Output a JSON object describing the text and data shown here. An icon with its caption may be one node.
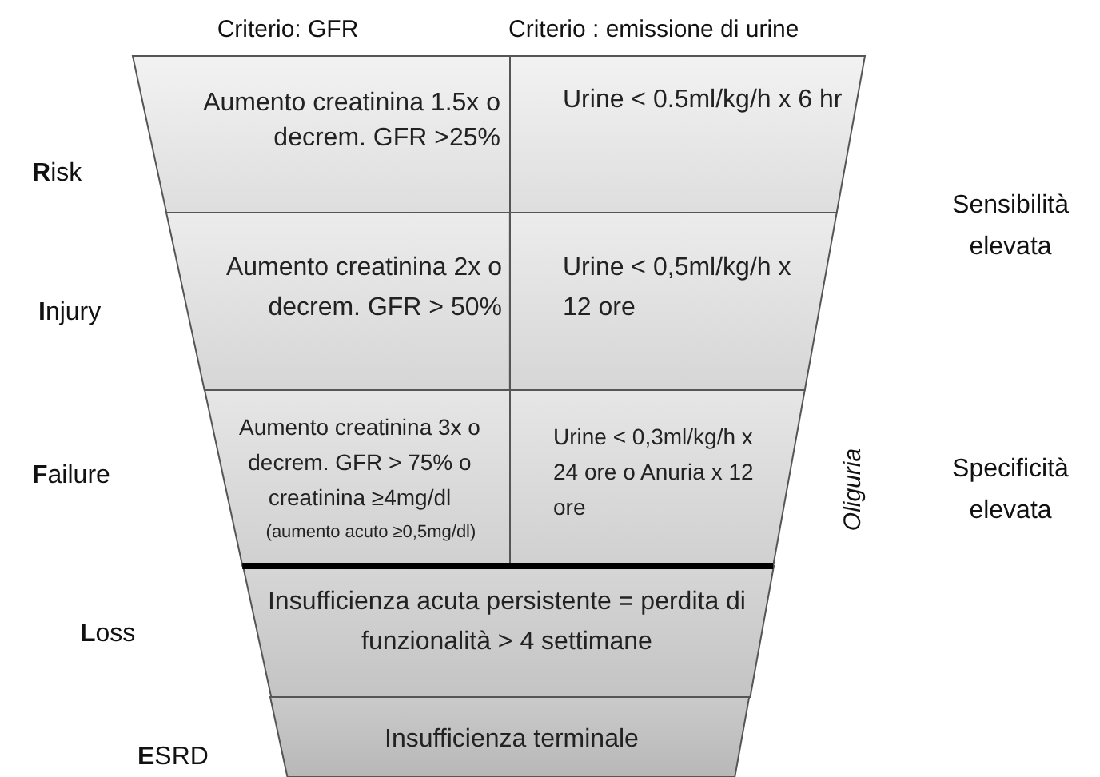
{
  "diagram": {
    "nodes": [
      {
        "text": [
          "Aumento creatinina 1.5x o decrem. GFR >25%"
        ]
      },
      {
        "text": [
          "Urine < 0.5ml/kg/h x 6 hr"
        ]
      },
      {
        "text": [
          "Aumento creatinina 2x o decrem. GFR > 50%"
        ]
      },
      {
        "text": [
          "Urine < 0,5ml/kg/h x 12 ore"
        ]
      },
      {
        "text": [
          "Aumento creatinina 3x o decrem. GFR > 75% o creatinina ≥4mg/dl",
          "(aumento acuto ≥0,5mg/dl)"
        ]
      },
      {
        "text": [
          "Urine < 0,3ml/kg/h x 24 ore o Anuria x 12 ore"
        ]
      },
      {
        "text": [
          "Insufficienza acuta persistente = perdita di funzionalità > 4 settimane"
        ]
      },
      {
        "text": [
          "Insufficienza terminale"
        ]
      }
    ],
    "labels": [
      "Criterio: GFR",
      "Criterio : emissione di urine",
      "**R**isk",
      "**I**njury",
      "**F**ailure",
      "**L**oss",
      "**E**SRD",
      "Oliguria",
      "Sensibilità elevata",
      "Specificità elevata"
    ]
  }
}
